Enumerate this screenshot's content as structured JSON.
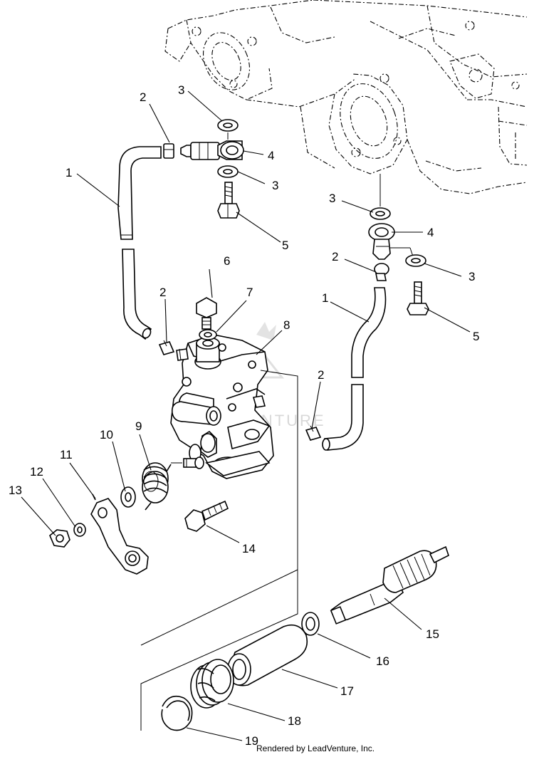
{
  "callouts": [
    {
      "id": "c1a",
      "label": "1"
    },
    {
      "id": "c1b",
      "label": "1"
    },
    {
      "id": "c2a",
      "label": "2"
    },
    {
      "id": "c2b",
      "label": "2"
    },
    {
      "id": "c2c",
      "label": "2"
    },
    {
      "id": "c2d",
      "label": "2"
    },
    {
      "id": "c3a",
      "label": "3"
    },
    {
      "id": "c3b",
      "label": "3"
    },
    {
      "id": "c3c",
      "label": "3"
    },
    {
      "id": "c3d",
      "label": "3"
    },
    {
      "id": "c4a",
      "label": "4"
    },
    {
      "id": "c4b",
      "label": "4"
    },
    {
      "id": "c5a",
      "label": "5"
    },
    {
      "id": "c5b",
      "label": "5"
    },
    {
      "id": "c6",
      "label": "6"
    },
    {
      "id": "c7",
      "label": "7"
    },
    {
      "id": "c8",
      "label": "8"
    },
    {
      "id": "c9",
      "label": "9"
    },
    {
      "id": "c10",
      "label": "10"
    },
    {
      "id": "c11",
      "label": "11"
    },
    {
      "id": "c12",
      "label": "12"
    },
    {
      "id": "c13",
      "label": "13"
    },
    {
      "id": "c14",
      "label": "14"
    },
    {
      "id": "c15",
      "label": "15"
    },
    {
      "id": "c16",
      "label": "16"
    },
    {
      "id": "c17",
      "label": "17"
    },
    {
      "id": "c18",
      "label": "18"
    },
    {
      "id": "c19",
      "label": "19"
    }
  ],
  "watermark": "LEADVENTURE",
  "credit": "Rendered by LeadVenture, Inc."
}
